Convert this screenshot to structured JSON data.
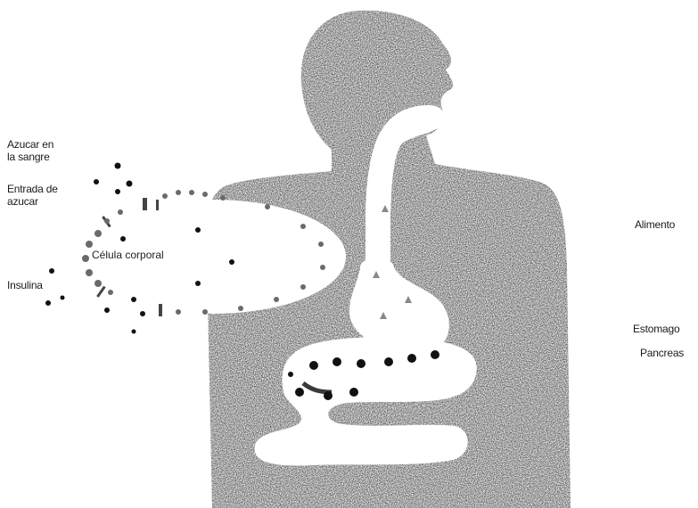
{
  "labels": {
    "blood_sugar_line1": "Azucar en",
    "blood_sugar_line2": "la sangre",
    "sugar_entry_line1": "Entrada de",
    "sugar_entry_line2": "azucar",
    "insulin": "Insulina",
    "body_cell": "Célula corporal",
    "food": "Alimento",
    "stomach": "Estomago",
    "pancreas": "Pancreas"
  },
  "colors": {
    "silhouette": "#3a3a3a",
    "organ": "#ffffff",
    "dot": "#111111",
    "text": "#1a1a1a"
  }
}
